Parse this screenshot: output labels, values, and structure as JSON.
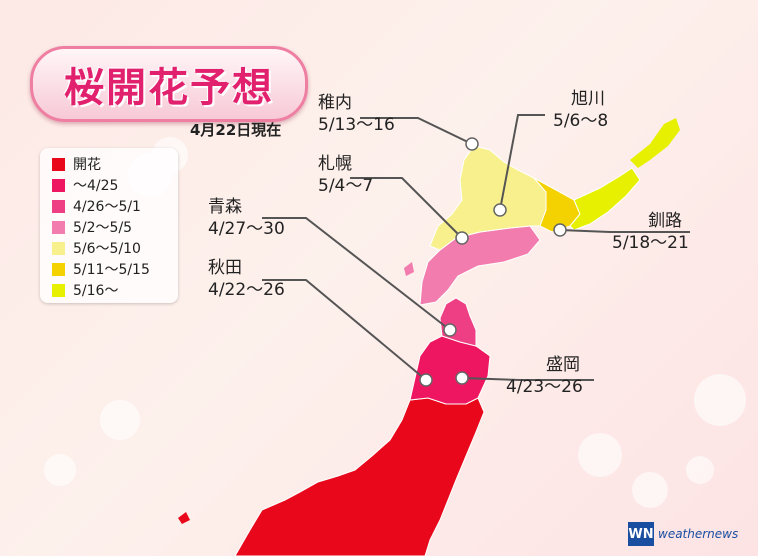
{
  "title": "桜開花予想",
  "date": "4月22日現在",
  "legend": [
    {
      "label": "開花",
      "color": "#e8071b"
    },
    {
      "label": "～4/25",
      "color": "#ee1660"
    },
    {
      "label": "4/26～5/1",
      "color": "#ef3f84"
    },
    {
      "label": "5/2～5/5",
      "color": "#f27cae"
    },
    {
      "label": "5/6～5/10",
      "color": "#f7f08c"
    },
    {
      "label": "5/11～5/15",
      "color": "#f4d100"
    },
    {
      "label": "5/16～",
      "color": "#e6f000"
    }
  ],
  "cities": {
    "wakkanai": {
      "name": "稚内",
      "date": "5/13～16"
    },
    "asahikawa": {
      "name": "旭川",
      "date": "5/6～8"
    },
    "sapporo": {
      "name": "札幌",
      "date": "5/4～7"
    },
    "kushiro": {
      "name": "釧路",
      "date": "5/18～21"
    },
    "aomori": {
      "name": "青森",
      "date": "4/27～30"
    },
    "akita": {
      "name": "秋田",
      "date": "4/22～26"
    },
    "morioka": {
      "name": "盛岡",
      "date": "4/23～26"
    }
  },
  "brand": {
    "logo": "WN",
    "name": "weathernews"
  }
}
